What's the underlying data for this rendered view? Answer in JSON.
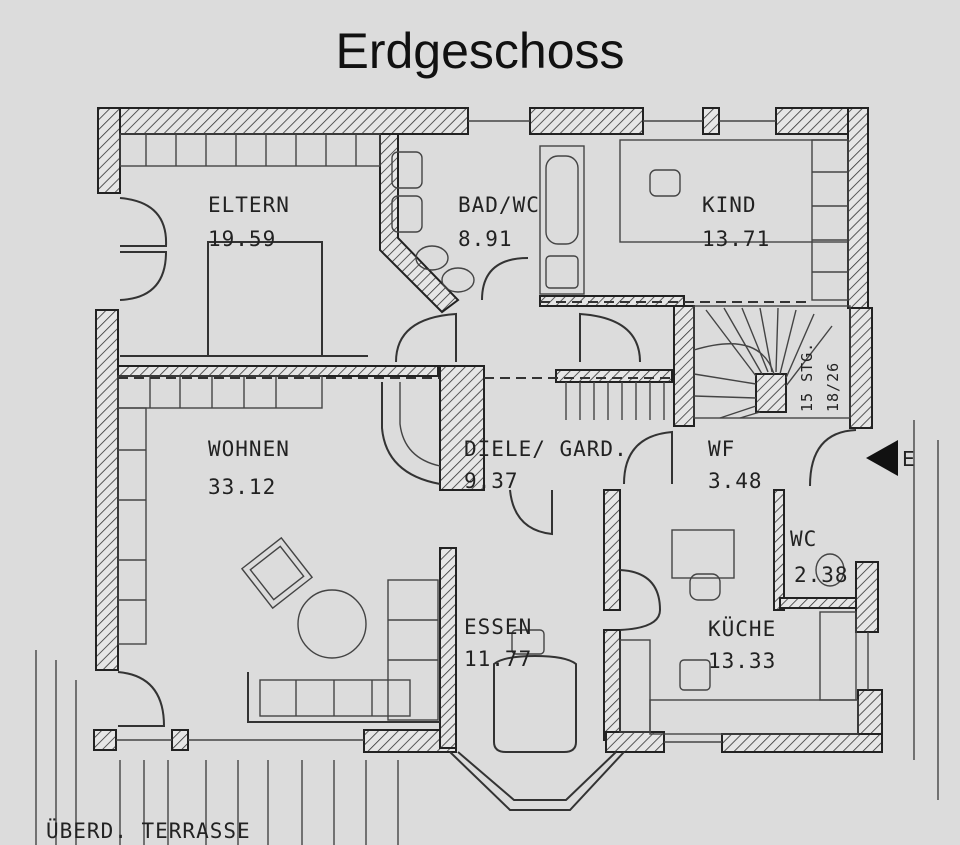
{
  "title": "Erdgeschoss",
  "rooms": {
    "eltern": {
      "name": "ELTERN",
      "area": "19.59"
    },
    "bad": {
      "name": "BAD/WC",
      "area": "8.91"
    },
    "kind": {
      "name": "KIND",
      "area": "13.71"
    },
    "wohnen": {
      "name": "WOHNEN",
      "area": "33.12"
    },
    "diele": {
      "name": "DIELE/ GARD.",
      "area": "9.37"
    },
    "wf": {
      "name": "WF",
      "area": "3.48"
    },
    "wc": {
      "name": "WC",
      "area": "2.38"
    },
    "essen": {
      "name": "ESSEN",
      "area": "11.77"
    },
    "kueche": {
      "name": "KÜCHE",
      "area": "13.33"
    }
  },
  "stairs": {
    "label1": "15 STG.",
    "label2": "18/26"
  },
  "entrance": {
    "label": "E"
  },
  "terrace": {
    "label": "ÜBERD. TERRASSE"
  }
}
